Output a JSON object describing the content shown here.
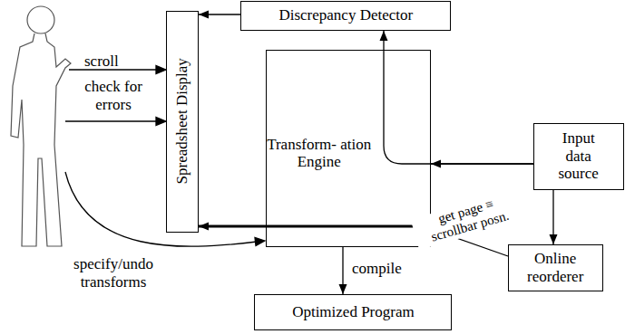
{
  "diagram": {
    "nodes": [
      {
        "text": [
          "Spreadsheet Display"
        ]
      },
      {
        "text": [
          "Discrepancy Detector"
        ]
      },
      {
        "text": [
          "Transform- ation Engine"
        ]
      },
      {
        "text": [
          "Input data source"
        ]
      },
      {
        "text": [
          "Online reorderer"
        ]
      },
      {
        "text": [
          "Optimized Program"
        ]
      }
    ],
    "edges": [
      {
        "from": 1,
        "to": 0,
        "arrow": "to"
      },
      {
        "from": 3,
        "to": 2,
        "arrow": "to"
      },
      {
        "from": 3,
        "to": 1,
        "arrow": "to"
      },
      {
        "from": 3,
        "to": 4,
        "arrow": "to"
      },
      {
        "from": 4,
        "to": 2,
        "label": "get page ≡ scrollbar posn.",
        "arrow": "to"
      },
      {
        "from": 2,
        "to": 0,
        "arrow": "to"
      },
      {
        "from": 2,
        "to": 5,
        "label": "compile",
        "arrow": "to"
      }
    ],
    "labels": [
      "scroll",
      "check for errors",
      "specify/undo transforms"
    ]
  }
}
